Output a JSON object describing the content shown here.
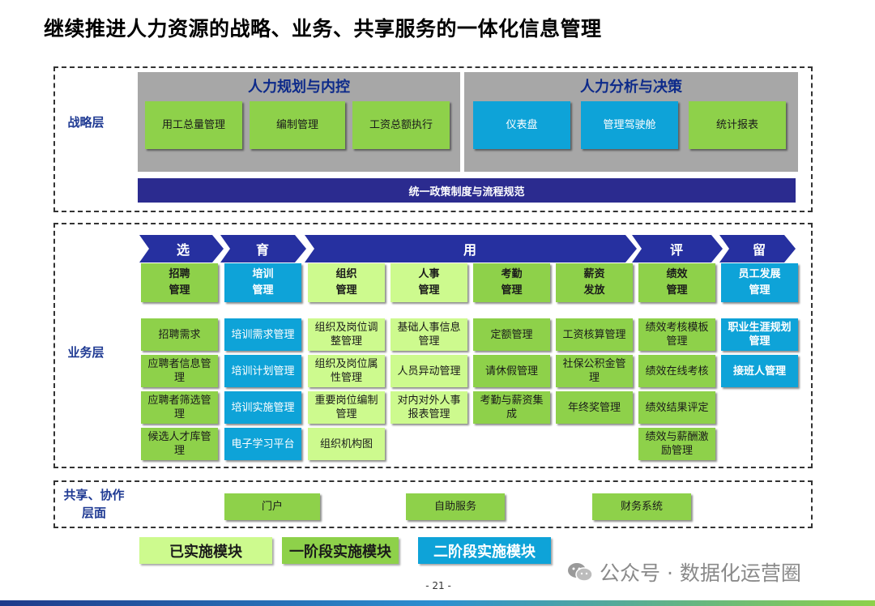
{
  "title": "继续推进人力资源的战略、业务、共享服务的一体化信息管理",
  "strategy": {
    "label": "战略层",
    "left_panel": {
      "title": "人力规划与内控",
      "items": [
        "用工总量管理",
        "编制管理",
        "工资总额执行"
      ]
    },
    "right_panel": {
      "title": "人力分析与决策",
      "items": [
        "仪表盘",
        "管理驾驶舱",
        "统计报表"
      ]
    },
    "bar": "统一政策制度与流程规范"
  },
  "business": {
    "label": "业务层",
    "arrows": [
      "选",
      "育",
      "用",
      "评",
      "留"
    ],
    "columns": [
      {
        "head": [
          "招聘",
          "管理"
        ],
        "items": [
          "招聘需求",
          "应聘者信息管理",
          "应聘者筛选管理",
          "候选人才库管理"
        ]
      },
      {
        "head": [
          "培训",
          "管理"
        ],
        "items": [
          "培训需求管理",
          "培训计划管理",
          "培训实施管理",
          "电子学习平台"
        ]
      },
      {
        "head": [
          "组织",
          "管理"
        ],
        "items": [
          "组织及岗位调整管理",
          "组织及岗位属性管理",
          "重要岗位编制管理",
          "组织机构图"
        ]
      },
      {
        "head": [
          "人事",
          "管理"
        ],
        "items": [
          "基础人事信息管理",
          "人员异动管理",
          "对内对外人事报表管理"
        ]
      },
      {
        "head": [
          "考勤",
          "管理"
        ],
        "items": [
          "定额管理",
          "请休假管理",
          "考勤与薪资集成"
        ]
      },
      {
        "head": [
          "薪资",
          "发放"
        ],
        "items": [
          "工资核算管理",
          "社保公积金管理",
          "年终奖管理"
        ]
      },
      {
        "head": [
          "绩效",
          "管理"
        ],
        "items": [
          "绩效考核模板管理",
          "绩效在线考核",
          "绩效结果评定",
          "绩效与薪酬激励管理"
        ]
      },
      {
        "head": [
          "员工发展",
          "管理"
        ],
        "items": [
          "职业生涯规划管理",
          "接班人管理"
        ]
      }
    ]
  },
  "shared": {
    "label_line1": "共享、协作",
    "label_line2": "层面",
    "items": [
      "门户",
      "自助服务",
      "财务系统"
    ]
  },
  "legend": [
    "已实施模块",
    "一阶段实施模块",
    "二阶段实施模块"
  ],
  "page_number": "- 21 -",
  "watermark": "公众号 · 数据化运营圈",
  "colors": {
    "implemented": "#cdfa8e",
    "phase1": "#8ed14a",
    "phase2": "#0ea3d8",
    "title_blue": "#1f3a93",
    "bar_navy": "#2b2b8f"
  }
}
